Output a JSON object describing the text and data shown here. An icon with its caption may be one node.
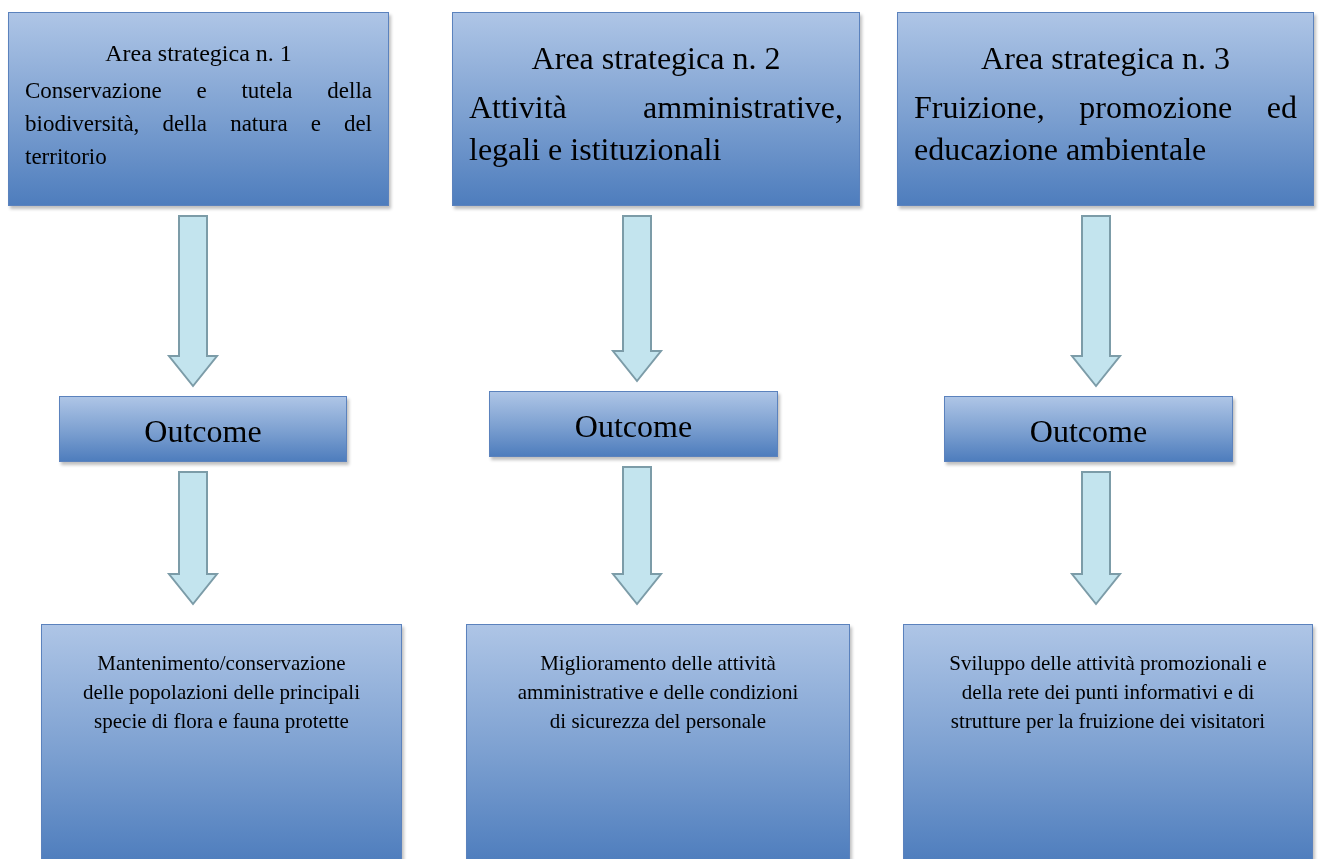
{
  "diagram": {
    "nodes": [
      {
        "text": [
          "Area strategica n. 1",
          "Conservazione e tutela della biodiversità, della natura e del territorio"
        ]
      },
      {
        "text": [
          "Area strategica n. 2",
          "Attività amministrative, legali e istituzionali"
        ]
      },
      {
        "text": [
          "Area strategica n. 3",
          "Fruizione, promozione ed educazione ambientale"
        ]
      },
      {
        "text": [
          "Outcome"
        ]
      },
      {
        "text": [
          "Outcome"
        ]
      },
      {
        "text": [
          "Outcome"
        ]
      },
      {
        "text": [
          "Mantenimento/conservazione delle popolazioni delle principali specie di flora e fauna protette"
        ]
      },
      {
        "text": [
          "Miglioramento delle attività amministrative e delle condizioni di sicurezza del personale"
        ]
      },
      {
        "text": [
          "Sviluppo delle attività promozionali e della rete dei punti informativi e di strutture per la fruizione dei visitatori"
        ]
      }
    ],
    "edges": [
      {
        "from": 0,
        "to": 3,
        "arrow": "to"
      },
      {
        "from": 1,
        "to": 4,
        "arrow": "to"
      },
      {
        "from": 2,
        "to": 5,
        "arrow": "to"
      },
      {
        "from": 3,
        "to": 6,
        "arrow": "to"
      },
      {
        "from": 4,
        "to": 7,
        "arrow": "to"
      },
      {
        "from": 5,
        "to": 8,
        "arrow": "to"
      }
    ]
  }
}
